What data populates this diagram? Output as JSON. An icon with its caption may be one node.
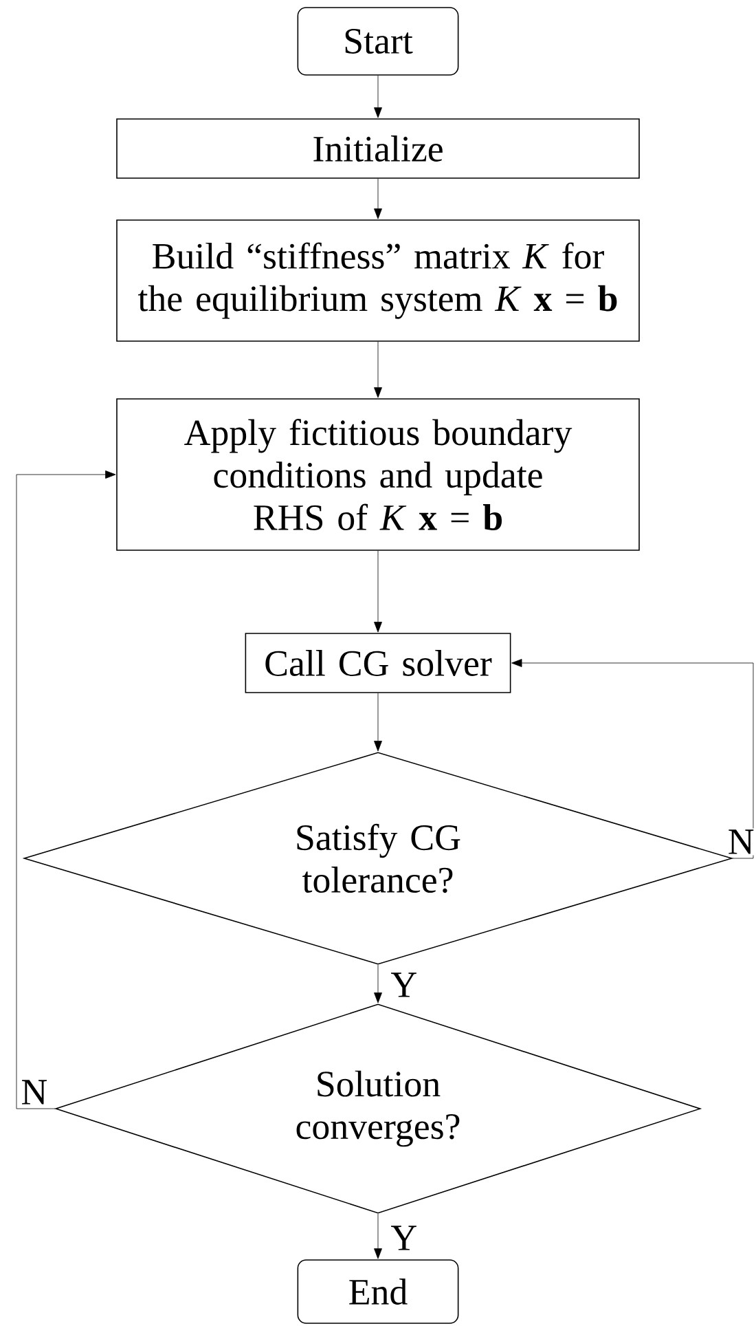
{
  "diagram": {
    "nodes": [
      {
        "text": [
          "Start"
        ]
      },
      {
        "text": [
          "Initialize"
        ]
      },
      {
        "text": [
          "Build “stiffness” matrix *K* for the equilibrium system *K* **x** = **b**"
        ]
      },
      {
        "text": [
          "Apply fictitious boundary conditions and update RHS of *K* **x** = **b**"
        ]
      },
      {
        "text": [
          "Call CG solver"
        ]
      },
      {
        "text": [
          "Satisfy CG tolerance?"
        ]
      },
      {
        "text": [
          "Solution converges?"
        ]
      },
      {
        "text": [
          "End"
        ]
      }
    ],
    "edges": [
      {
        "from": 0,
        "to": 1,
        "arrow": "to"
      },
      {
        "from": 1,
        "to": 2,
        "arrow": "to"
      },
      {
        "from": 2,
        "to": 3,
        "arrow": "to"
      },
      {
        "from": 3,
        "to": 4,
        "arrow": "to"
      },
      {
        "from": 4,
        "to": 5,
        "arrow": "to"
      },
      {
        "from": 5,
        "to": 6,
        "arrow": "to",
        "label": "Y"
      },
      {
        "from": 5,
        "to": 4,
        "arrow": "to",
        "label": "N"
      },
      {
        "from": 6,
        "to": 7,
        "arrow": "to",
        "label": "Y"
      },
      {
        "from": 6,
        "to": 3,
        "arrow": "to",
        "label": "N"
      }
    ]
  }
}
